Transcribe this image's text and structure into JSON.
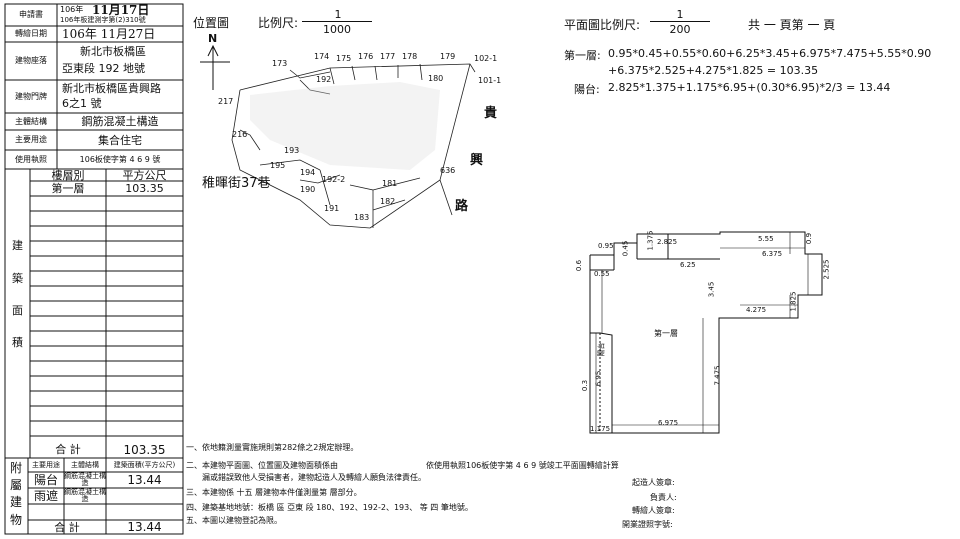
{
  "left_table": {
    "application_label": "申請書",
    "application_year": "106年",
    "application_month_day": "11月17日",
    "application_no": "106年板建測字第(2)310號",
    "transfer_date_label": "轉繪日期",
    "transfer_date": "106年 11月27日",
    "site_label": "建物座落",
    "site_line1": "新北市板橋區",
    "site_line2": "亞東段 192 地號",
    "door_label": "建物門牌",
    "door_line1": "新北市板橋區貴興路",
    "door_line2": "6之1 號",
    "structure_label": "主體結構",
    "structure_value": "鋼筋混凝土構造",
    "use_label": "主要用途",
    "use_value": "集合住宅",
    "license_label": "使用執照",
    "license_value": "106板使字第 4 6 9 號",
    "area_header_floor": "樓層別",
    "area_header_unit": "平方公尺",
    "area_side_label": [
      "建",
      "築",
      "面",
      "積"
    ],
    "area_rows": [
      {
        "floor": "第一層",
        "area": "103.35"
      }
    ],
    "total_label": "合 計",
    "total_value": "103.35",
    "annex_side_label": [
      "附",
      "屬",
      "建",
      "物"
    ],
    "annex_header_use": "主要用途",
    "annex_header_structure": "主體結構",
    "annex_header_area": "建築面積(平方公尺)",
    "annex_rows": [
      {
        "use": "陽台",
        "structure": "鋼筋混凝土構造",
        "area": "13.44"
      },
      {
        "use": "雨遮",
        "structure": "鋼筋混凝土構造",
        "area": ""
      }
    ],
    "annex_total_label": "合 計",
    "annex_total_value": "13.44"
  },
  "location_map": {
    "title": "位置圖",
    "scale_label": "比例尺:",
    "scale_num": "1",
    "scale_den": "1000",
    "north": "N",
    "parcels": [
      "173",
      "174",
      "175",
      "176",
      "177",
      "178",
      "179",
      "102-1",
      "101-1",
      "180",
      "192",
      "217",
      "216",
      "193",
      "195",
      "194",
      "192-2",
      "190",
      "191",
      "181",
      "182",
      "183",
      "636"
    ],
    "road_chars": [
      "貴",
      "興",
      "路"
    ],
    "street": "稚暉街37巷"
  },
  "plan": {
    "scale_label": "平面圖比例尺:",
    "scale_num": "1",
    "scale_den": "200",
    "pages": "共 一 頁第 一 頁",
    "formula_floor1_label": "第一層:",
    "formula_floor1_line1": "0.95*0.45+0.55*0.60+6.25*3.45+6.975*7.475+5.55*0.90",
    "formula_floor1_line2": "+6.375*2.525+4.275*1.825 = 103.35",
    "formula_balcony_label": "陽台:",
    "formula_balcony": "2.825*1.375+1.175*6.95+(0.30*6.95)*2/3 = 13.44",
    "floor_label": "第一層",
    "balcony_label": "陽台",
    "dims": [
      "0.95",
      "0.45",
      "1.375",
      "2.825",
      "6.25",
      "5.55",
      "0.9",
      "6.375",
      "2.525",
      "0.6",
      "0.55",
      "3.45",
      "1.825",
      "4.275",
      "7.475",
      "0.3",
      "6.95",
      "1.175",
      "6.975"
    ]
  },
  "notes": {
    "note1": "一、依地籍測量實施規則第282條之2規定辦理。",
    "note2a": "二、本建物平面圖、位置圖及建物面積係由",
    "note2b": "依使用執照106板使字第 4 6 9 號竣工平面圖轉繪計算",
    "note2c": "漏或錯誤致他人受損害者，建物起造人及轉繪人願負法律責任。",
    "note3": "三、本建物係 十五 層建物本件僅測量第        層部分。",
    "note4": "四、建築基地地號：板橋 區 亞東 段 180、192、192-2、193、 等 四 筆地號。",
    "note5": "五、本圖以建物登記為限。"
  },
  "signatures": {
    "builder": "起造人簽章:",
    "responsible": "負責人:",
    "drafter": "轉繪人簽章:",
    "license": "開業證照字號:"
  }
}
